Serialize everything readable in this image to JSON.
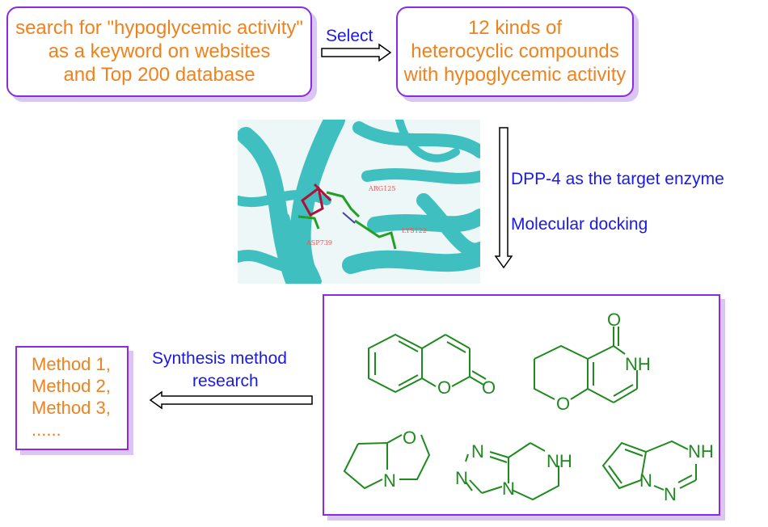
{
  "boxes": {
    "search": {
      "lines": [
        "search for \"hypoglycemic activity\"",
        "as a keyword on websites",
        "and Top 200 database"
      ]
    },
    "compounds": {
      "lines": [
        "12 kinds of",
        "heterocyclic compounds",
        "with hypoglycemic activity"
      ]
    },
    "methods": {
      "lines": [
        "Method 1,",
        "Method 2,",
        "Method 3,",
        "......"
      ]
    }
  },
  "arrows": {
    "select_label": "Select",
    "docking_labels": [
      "DPP-4 as the target enzyme",
      "Molecular docking"
    ],
    "synthesis_labels": [
      "Synthesis method",
      "research"
    ]
  },
  "docking_image": {
    "residue_labels": [
      "ARG125",
      "LYS122",
      "ASP739"
    ]
  },
  "structures": {
    "atom_labels": {
      "coumarin": [
        "O",
        "O"
      ],
      "pyranopyridinone": [
        "O",
        "NH",
        "O"
      ],
      "pyrrolo_oxazole": [
        "O",
        "N"
      ],
      "triazolopyrazine": [
        "N",
        "N",
        "N",
        "NH"
      ],
      "pyrrolotriazine": [
        "NH",
        "N",
        "N"
      ]
    }
  },
  "colors": {
    "box_border": "#8a2be2",
    "box_shadow": "#d9c6f3",
    "orange_text": "#f0821e",
    "blue_text": "#1a1ae6",
    "structure_green": "#1f8a1f",
    "protein_teal": "#3fbfbf"
  }
}
